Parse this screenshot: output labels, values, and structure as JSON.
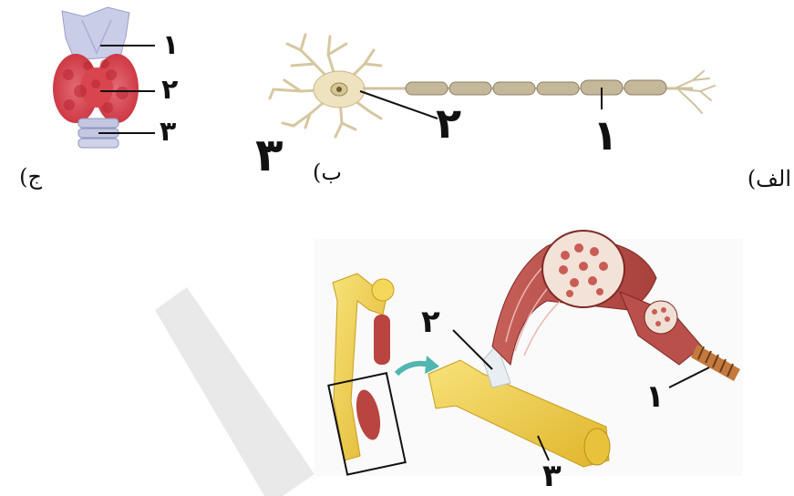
{
  "panels": {
    "alef": {
      "caption": "الف)",
      "labels": [
        "۱",
        "۲",
        "۳"
      ]
    },
    "be": {
      "caption": "ب)",
      "labels": [
        "۱",
        "۲",
        "۳"
      ]
    },
    "jim": {
      "caption": "ج)",
      "labels": [
        "۱",
        "۲",
        "۳"
      ]
    }
  }
}
